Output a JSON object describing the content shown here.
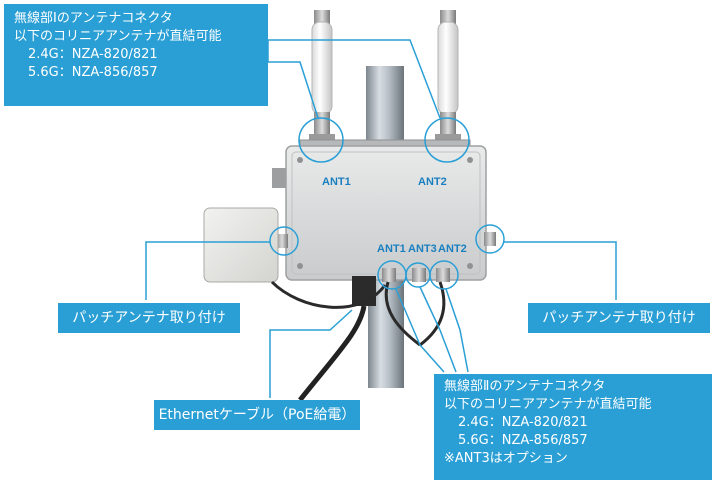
{
  "callouts": {
    "radio1": {
      "title": "無線部Ⅰのアンテナコネクタ",
      "subtitle": "以下のコリニアアンテナが直結可能",
      "line_24g": "2.4G：NZA-820/821",
      "line_56g": "5.6G：NZA-856/857"
    },
    "radio2": {
      "title": "無線部Ⅱのアンテナコネクタ",
      "subtitle": "以下のコリニアアンテナが直結可能",
      "line_24g": "2.4G：NZA-820/821",
      "line_56g": "5.6G：NZA-856/857",
      "note": "※ANT3はオプション"
    },
    "patch_left": "パッチアンテナ取り付け",
    "patch_right": "パッチアンテナ取り付け",
    "ethernet": "Ethernetケーブル（PoE給電）"
  },
  "labels": {
    "ant1_top": "ANT1",
    "ant2_top": "ANT2",
    "ant1_bottom": "ANT1",
    "ant3_bottom": "ANT3",
    "ant2_bottom": "ANT2"
  },
  "colors": {
    "callout_bg": "#2a9fd6",
    "callout_text": "#ffffff",
    "leader_line": "#2a9fd6",
    "label_text": "#1a7fc0"
  }
}
